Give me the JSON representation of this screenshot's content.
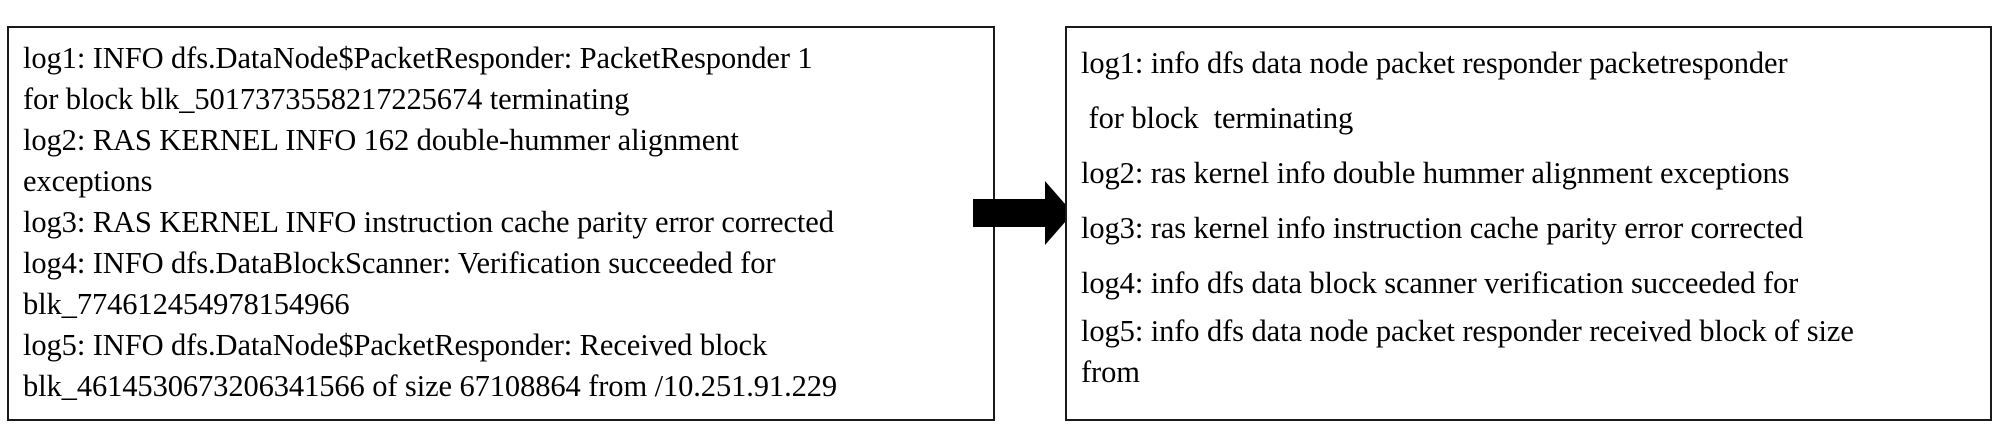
{
  "left_panel": {
    "lines": [
      "log1: INFO dfs.DataNode$PacketResponder: PacketResponder 1",
      "for block blk_5017373558217225674 terminating",
      "log2: RAS KERNEL INFO 162 double-hummer alignment",
      "exceptions",
      "log3: RAS KERNEL INFO instruction cache parity error corrected",
      "log4: INFO dfs.DataBlockScanner: Verification succeeded for",
      "blk_774612454978154966",
      "log5: INFO dfs.DataNode$PacketResponder: Received block",
      "blk_4614530673206341566 of size 67108864 from /10.251.91.229"
    ]
  },
  "arrow_icon": "right-arrow",
  "right_panel": {
    "lines": [
      "log1: info dfs data node packet responder packetresponder",
      " for block  terminating",
      "log2: ras kernel info double hummer alignment exceptions",
      "log3: ras kernel info instruction cache parity error corrected",
      "log4: info dfs data block scanner verification succeeded for",
      "log5: info dfs data node packet responder received block of size",
      "from"
    ]
  }
}
